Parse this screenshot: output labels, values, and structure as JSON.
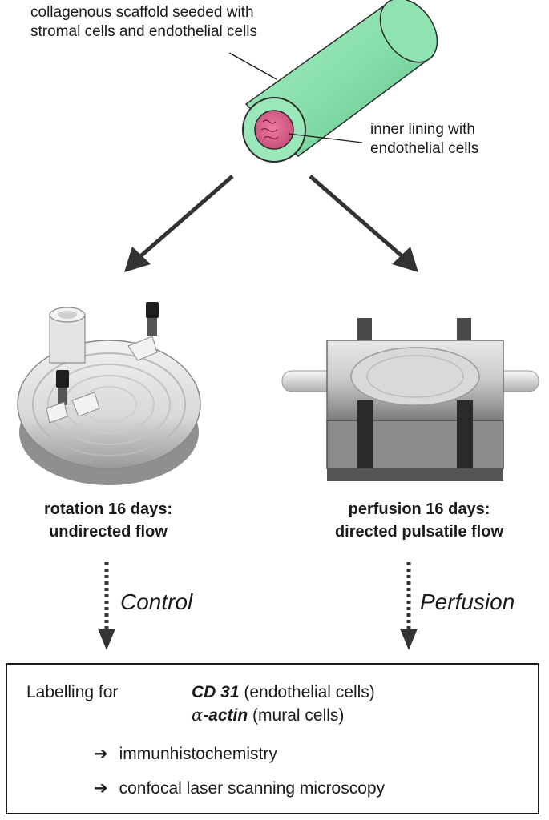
{
  "scaffold_label": {
    "line1": "collagenous scaffold seeded with",
    "line2": "stromal cells and endothelial cells"
  },
  "lining_label": {
    "line1": "inner lining with",
    "line2": "endothelial cells"
  },
  "rotation": {
    "line1": "rotation 16 days:",
    "line2": "undirected flow",
    "result": "Control"
  },
  "perfusion": {
    "line1": "perfusion 16 days:",
    "line2": "directed pulsatile flow",
    "result": "Perfusion"
  },
  "labelling": {
    "prefix": "Labelling for",
    "marker1_name": "CD 31",
    "marker1_desc": "(endothelial cells)",
    "marker2_symbol": "α",
    "marker2_name": "-actin",
    "marker2_desc": "(mural cells)",
    "arrow_glyph": "➔",
    "method1": "immunhistochemistry",
    "method2": "confocal laser scanning microscopy"
  },
  "colors": {
    "tube_green": "#8fe3b0",
    "lining_pink": "#e0668f",
    "arrow": "#333333"
  }
}
